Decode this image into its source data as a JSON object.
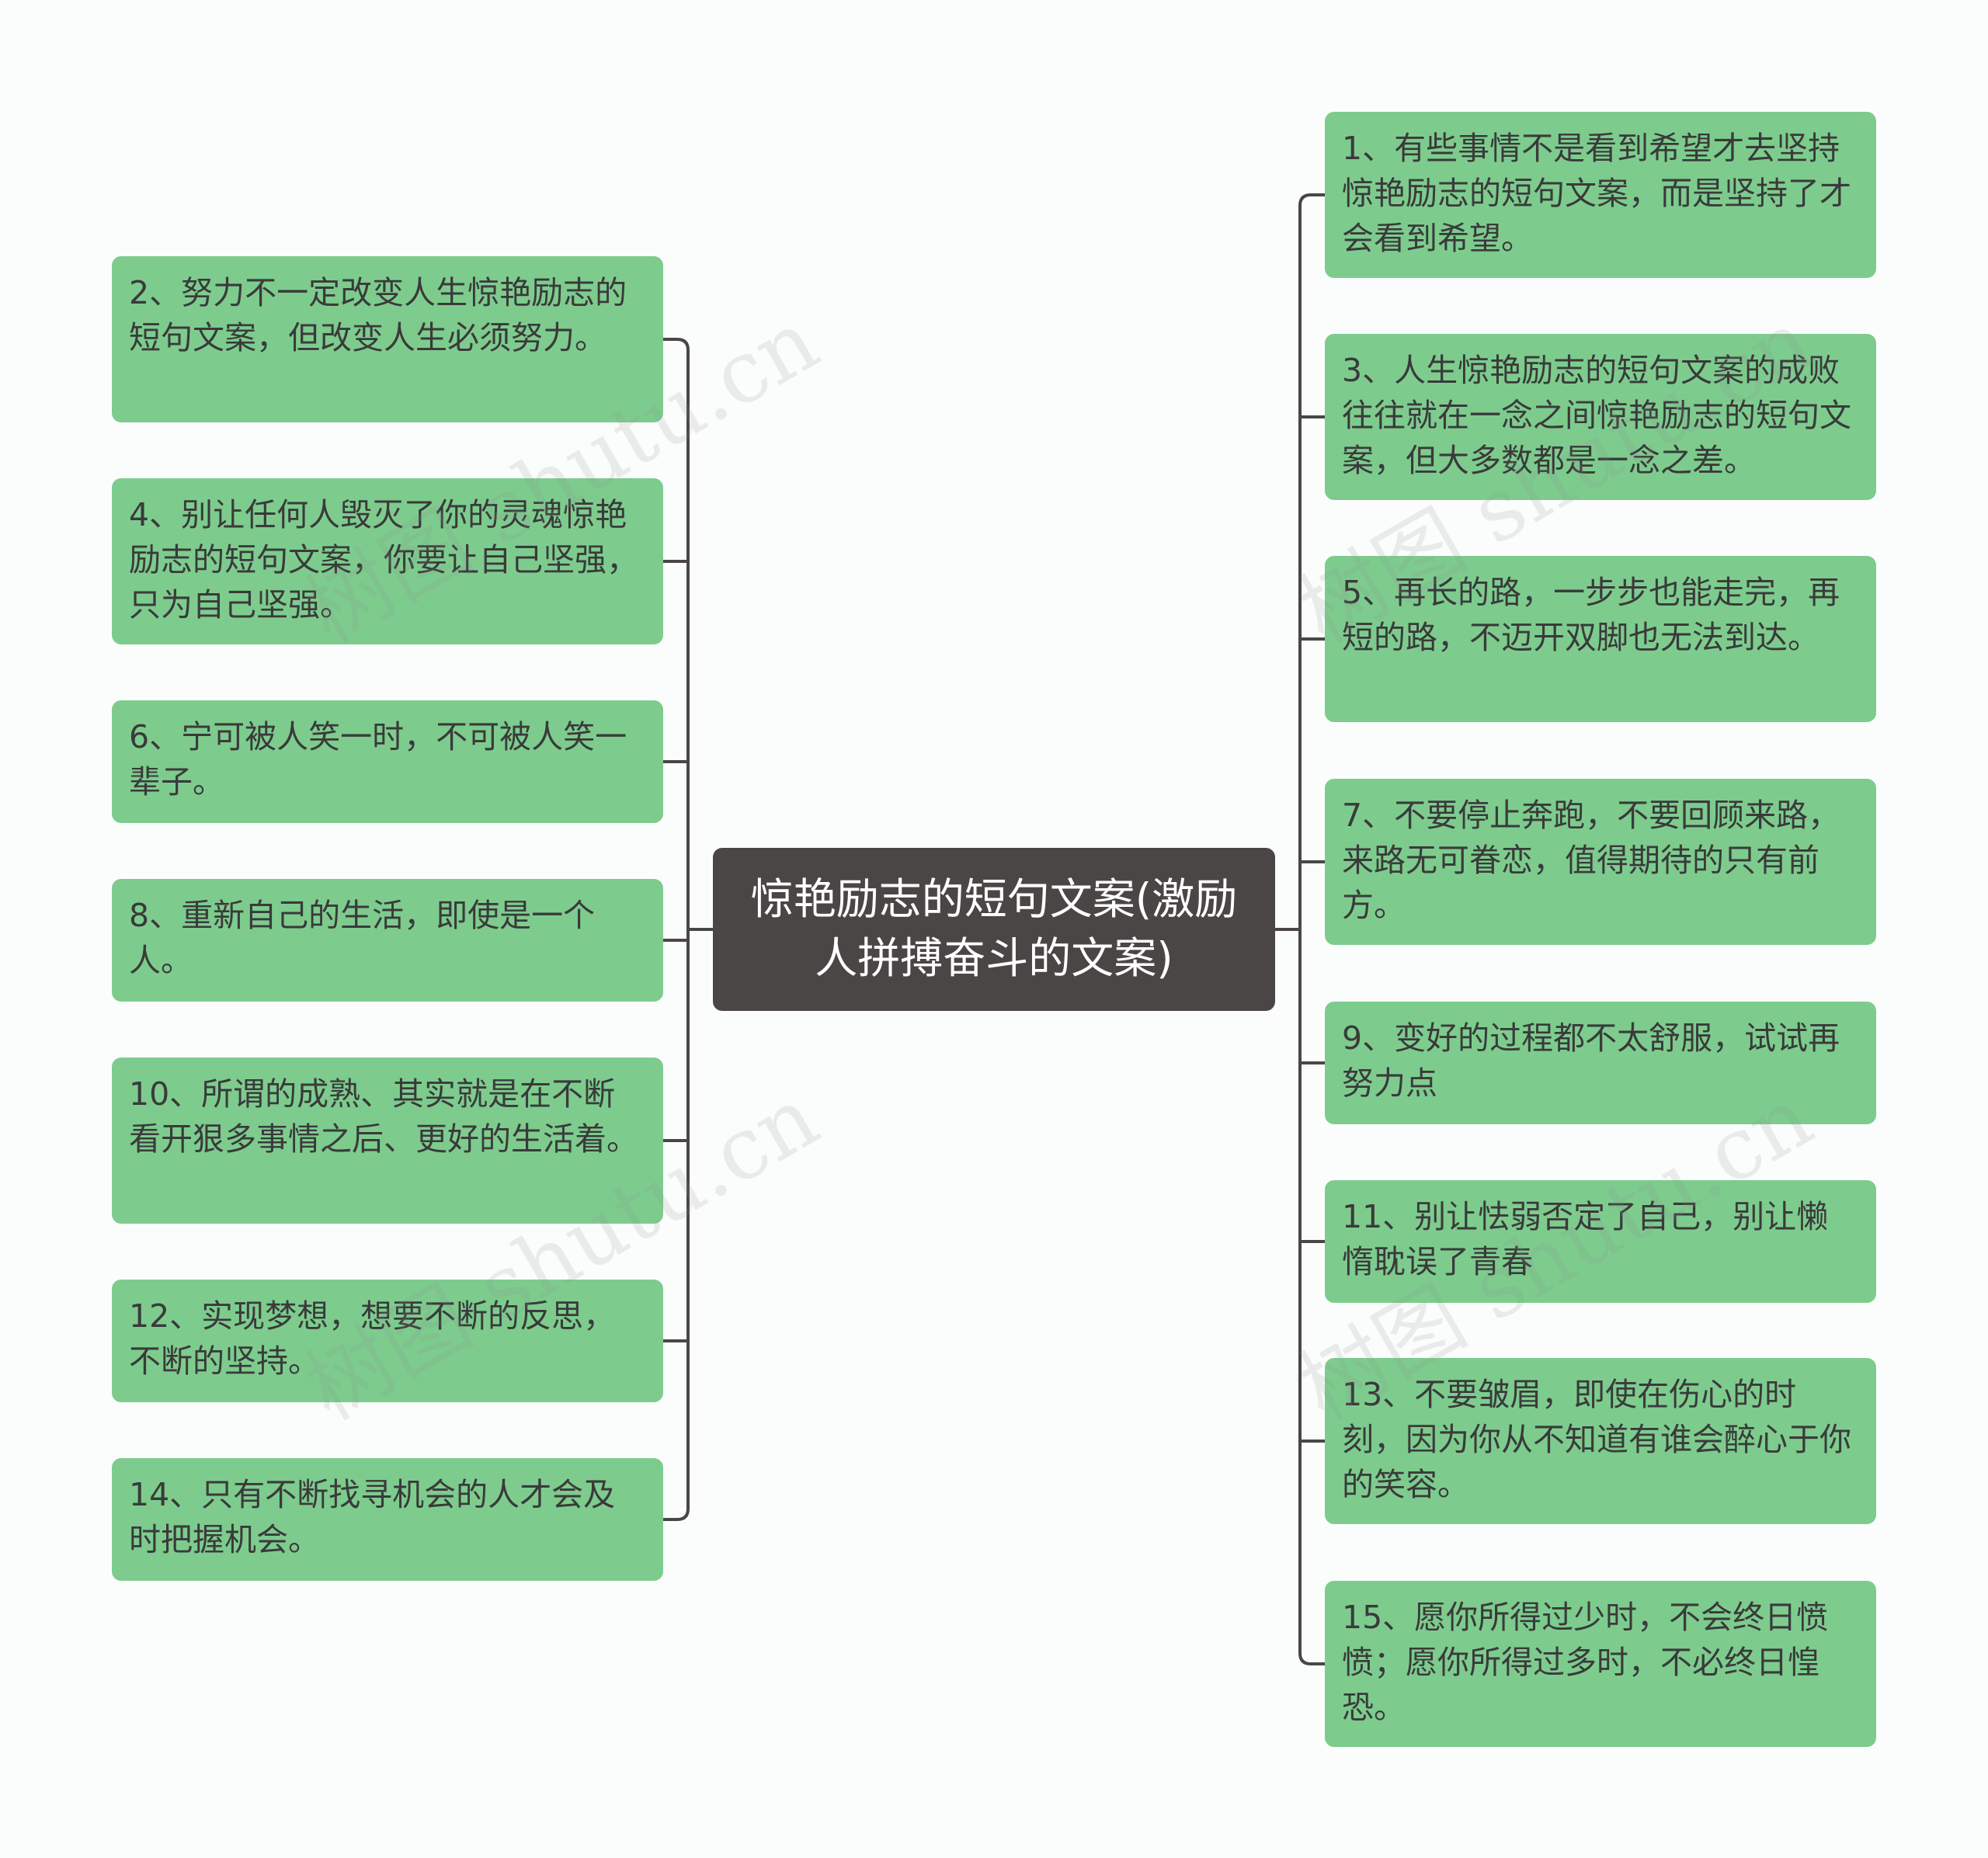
{
  "mindmap": {
    "center": "惊艳励志的短句文案(激励人拼搏奋斗的文案)",
    "left_nodes": [
      "2、努力不一定改变人生惊艳励志的短句文案，但改变人生必须努力。",
      "4、别让任何人毁灭了你的灵魂惊艳励志的短句文案，你要让自己坚强，只为自己坚强。",
      "6、宁可被人笑一时，不可被人笑一辈子。",
      "8、重新自己的生活，即使是一个人。",
      "10、所谓的成熟、其实就是在不断看开狠多事情之后、更好的生活着。",
      "12、实现梦想，想要不断的反思，不断的坚持。",
      "14、只有不断找寻机会的人才会及时把握机会。"
    ],
    "right_nodes": [
      "1、有些事情不是看到希望才去坚持惊艳励志的短句文案，而是坚持了才会看到希望。",
      "3、人生惊艳励志的短句文案的成败往往就在一念之间惊艳励志的短句文案，但大多数都是一念之差。",
      "5、再长的路，一步步也能走完，再短的路，不迈开双脚也无法到达。",
      "7、不要停止奔跑，不要回顾来路，来路无可眷恋，值得期待的只有前方。",
      "9、变好的过程都不太舒服，试试再努力点",
      "11、别让怯弱否定了自己，别让懒惰耽误了青春",
      "13、不要皱眉，即使在伤心的时刻，因为你从不知道有谁会醉心于你的笑容。",
      "15、愿你所得过少时，不会终日愤愤；愿你所得过多时，不必终日惶恐。"
    ]
  },
  "watermark": "树图 shutu.cn",
  "colors": {
    "node_fill": "#7dcc8e",
    "center_fill": "#4b4646",
    "connector": "#4b4646"
  }
}
